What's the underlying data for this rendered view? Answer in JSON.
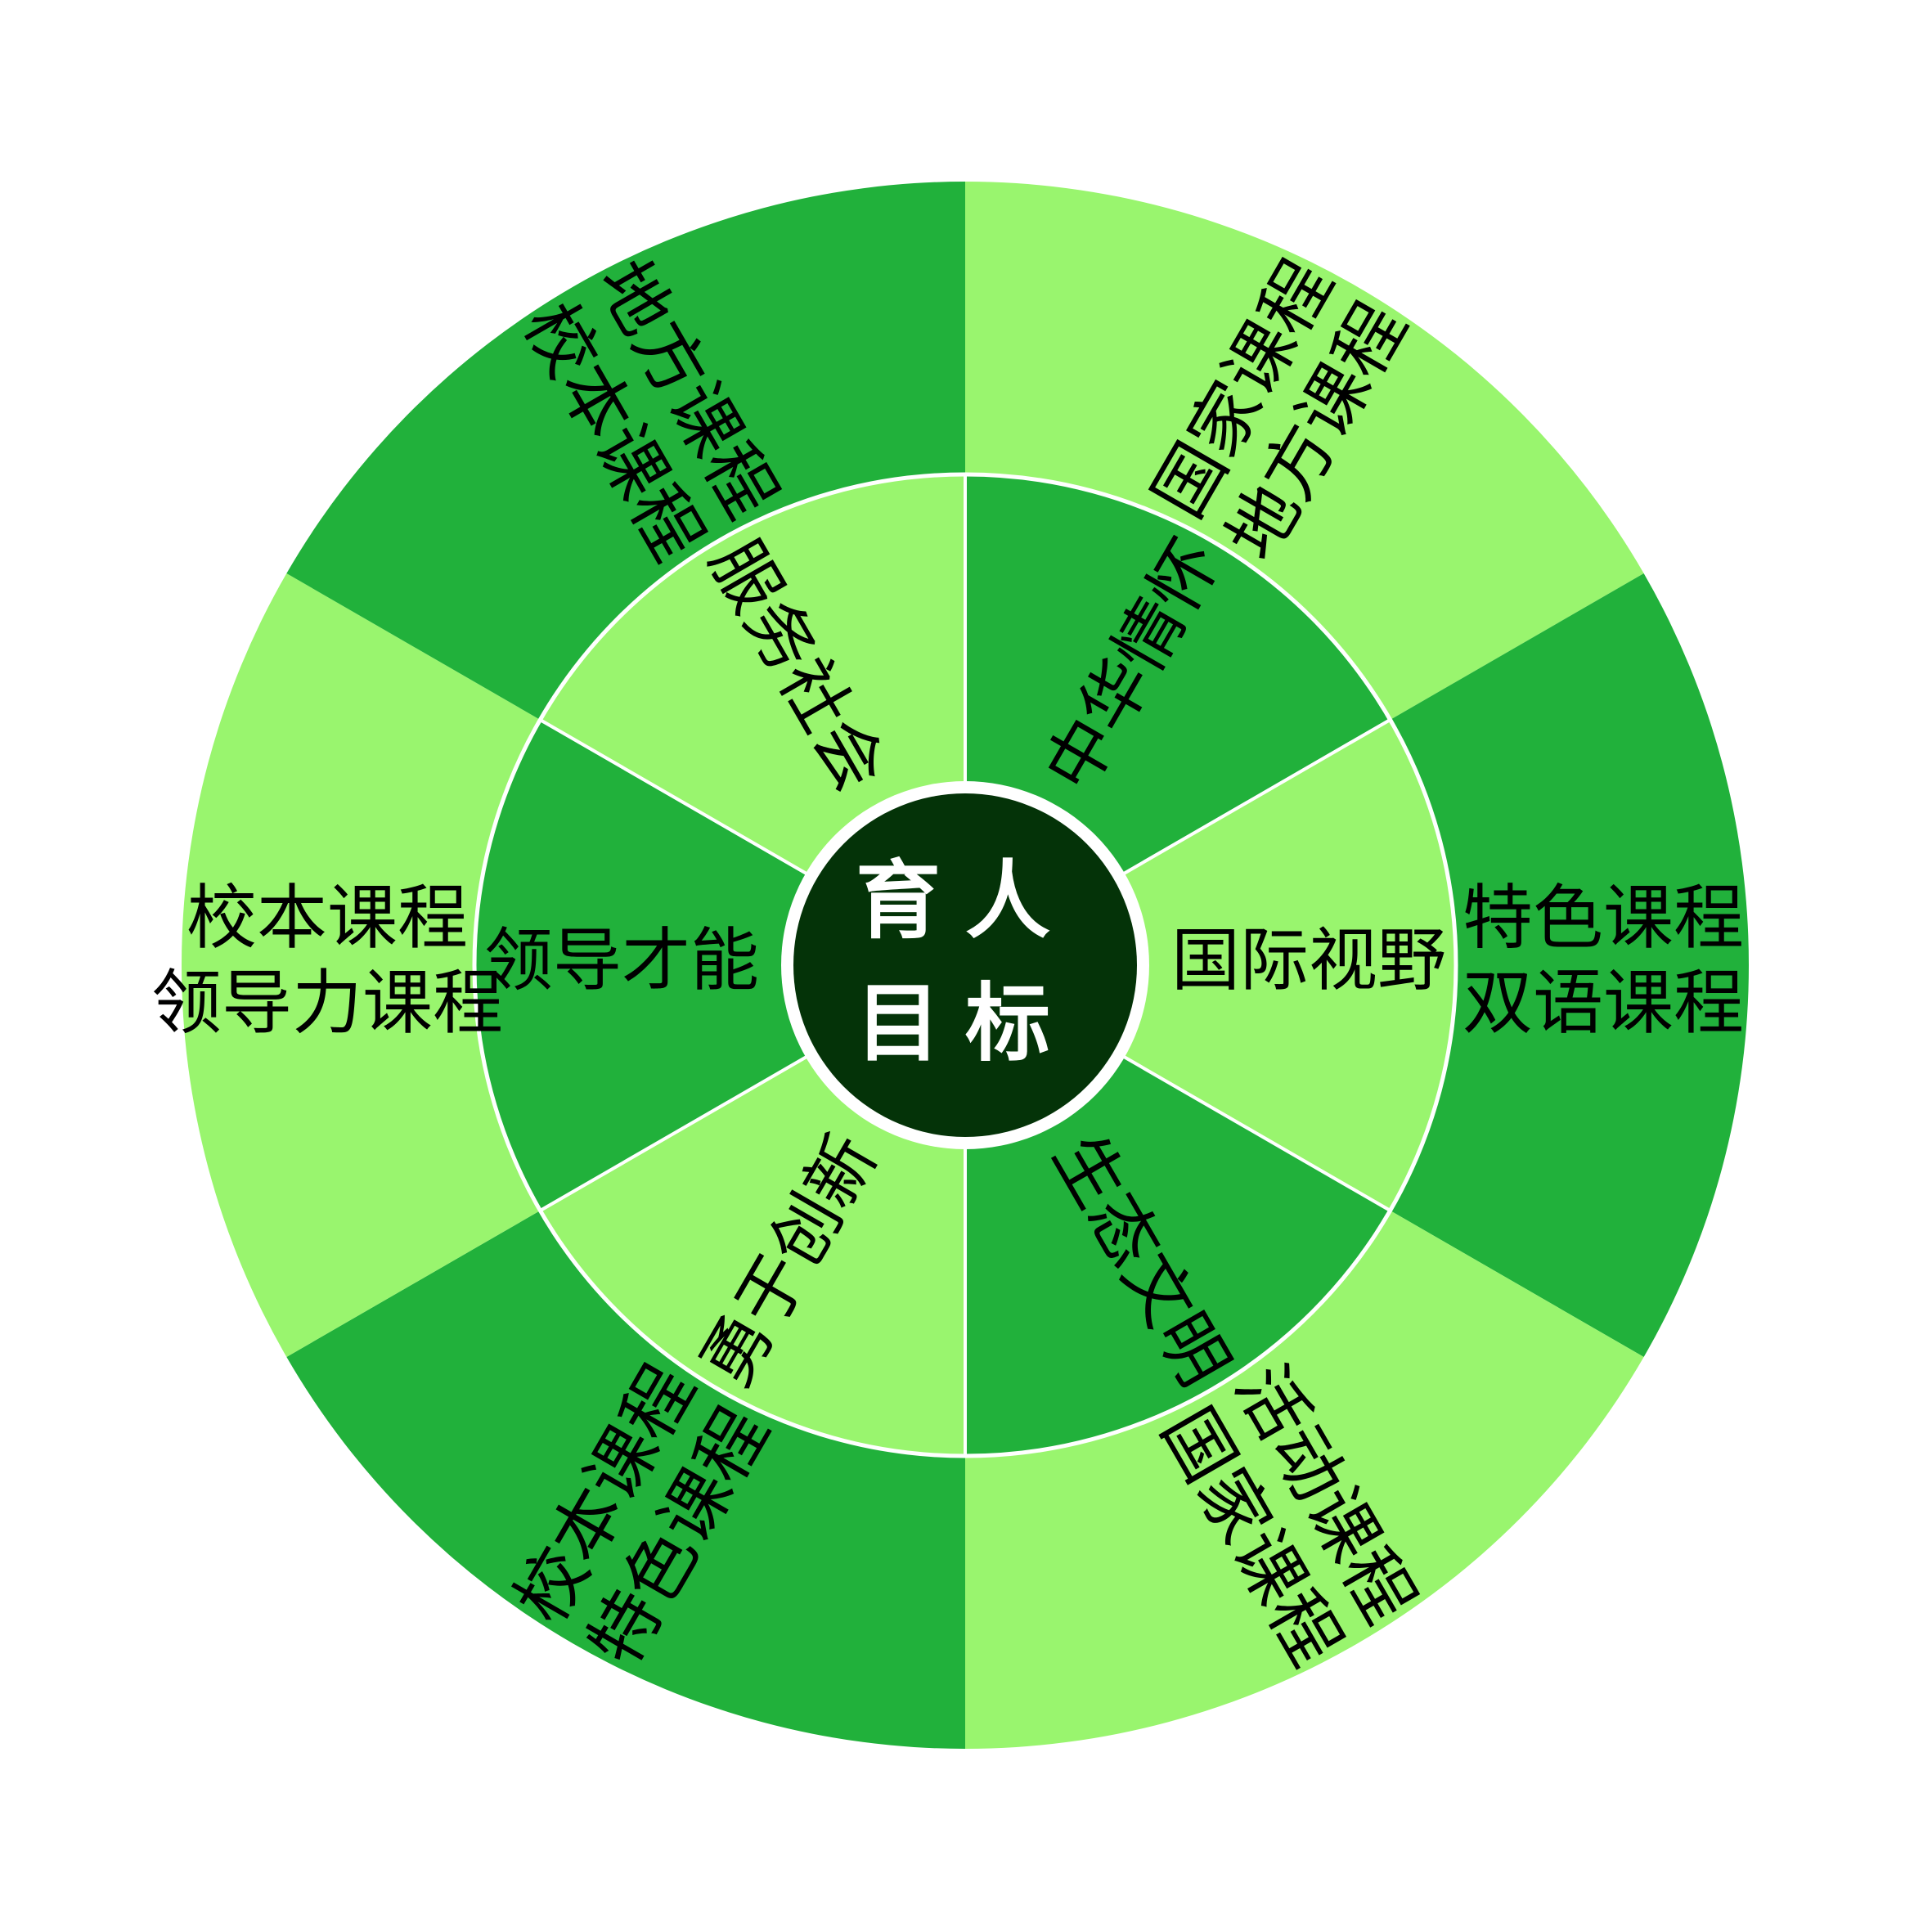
{
  "title": "育人目标",
  "colors": {
    "dark_green": "#21B13B",
    "light_green": "#99F56E",
    "center_fill": "#043308",
    "separator": "#ffffff",
    "text": "#000000",
    "center_text": "#ffffff"
  },
  "center": {
    "line1": "育人",
    "line2": "目标"
  },
  "inner_ring": [
    {
      "label": "中华情怀",
      "start_deg": 0,
      "end_deg": 60,
      "shade": "dark"
    },
    {
      "label": "国际视野",
      "start_deg": 60,
      "end_deg": 120,
      "shade": "light"
    },
    {
      "label": "生态文明",
      "start_deg": 120,
      "end_deg": 180,
      "shade": "dark"
    },
    {
      "label": "勇于创新",
      "start_deg": 180,
      "end_deg": 240,
      "shade": "light"
    },
    {
      "label": "领导才能",
      "start_deg": 240,
      "end_deg": 300,
      "shade": "dark"
    },
    {
      "label": "服务社会",
      "start_deg": 300,
      "end_deg": 360,
      "shade": "light"
    }
  ],
  "outer_ring": [
    {
      "line1": "国家课程",
      "line2": "地方课程",
      "start_deg": 0,
      "end_deg": 60,
      "shade": "light"
    },
    {
      "line1": "特色课程",
      "line2": "双语课程",
      "start_deg": 60,
      "end_deg": 120,
      "shade": "dark"
    },
    {
      "line1": "活动课程",
      "line2": "国家课程",
      "start_deg": 120,
      "end_deg": 180,
      "shade": "light"
    },
    {
      "line1": "校本课程",
      "line2": "特色课程",
      "start_deg": 180,
      "end_deg": 240,
      "shade": "dark"
    },
    {
      "line1": "校本课程",
      "line2": "领导力课程",
      "start_deg": 240,
      "end_deg": 300,
      "shade": "light"
    },
    {
      "line1": "地方课程",
      "line2": "校本课程",
      "start_deg": 300,
      "end_deg": 360,
      "shade": "dark"
    }
  ]
}
